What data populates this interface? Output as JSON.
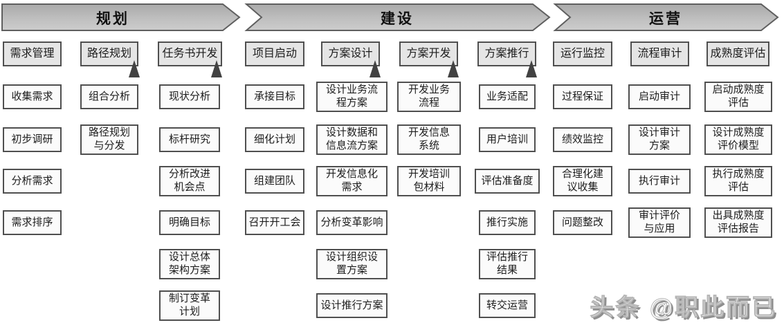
{
  "phases": [
    {
      "label": "规划"
    },
    {
      "label": "建设"
    },
    {
      "label": "运营"
    }
  ],
  "columns": [
    {
      "header": "需求管理",
      "milestone": false,
      "items": [
        "收集需求",
        "初步调研",
        "分析需求",
        "需求排序"
      ]
    },
    {
      "header": "路径规划",
      "milestone": true,
      "items": [
        "组合分析",
        "路径规划\n与分发"
      ]
    },
    {
      "header": "任务书开发",
      "milestone": true,
      "items": [
        "现状分析",
        "标杆研究",
        "分析改进\n机会点",
        "明确目标",
        "设计总体\n架构方案",
        "制订变革\n计划"
      ]
    },
    {
      "header": "项目启动",
      "milestone": false,
      "items": [
        "承接目标",
        "细化计划",
        "组建团队",
        "召开开工会"
      ]
    },
    {
      "header": "方案设计",
      "milestone": true,
      "items": [
        "设计业务流\n程方案",
        "设计数据和\n信息流方案",
        "开发信息化\n需求",
        "分析变革影响",
        "设计组织设\n置方案",
        "设计推行方案"
      ]
    },
    {
      "header": "方案开发",
      "milestone": true,
      "items": [
        "开发业务\n流程",
        "开发信息\n系统",
        "开发培训\n包材料"
      ]
    },
    {
      "header": "方案推行",
      "milestone": true,
      "items": [
        "业务适配",
        "用户培训",
        "评估准备度",
        "推行实施",
        "评估推行\n结果",
        "转交运营"
      ]
    },
    {
      "header": "运行监控",
      "milestone": false,
      "items": [
        "过程保证",
        "绩效监控",
        "合理化建\n议收集",
        "问题整改"
      ]
    },
    {
      "header": "流程审计",
      "milestone": false,
      "items": [
        "启动审计",
        "设计审计\n方案",
        "执行审计",
        "审计评价\n与应用"
      ]
    },
    {
      "header": "成熟度评估",
      "milestone": false,
      "items": [
        "启动成熟度\n评估",
        "设计成熟度\n评价模型",
        "执行成熟度\n评估",
        "出具成熟度\n评估报告"
      ]
    }
  ],
  "watermark": "头条 @职此而已",
  "colors": {
    "arrow_fill_top": "#a9a9a9",
    "arrow_fill_bottom": "#cdcdcd",
    "arrow_border": "#5f5f5f",
    "header_fill": "#e5e5e5",
    "box_fill": "#fbfbfb",
    "box_border": "#4f4f4f",
    "milestone_triangle": "#424242"
  }
}
